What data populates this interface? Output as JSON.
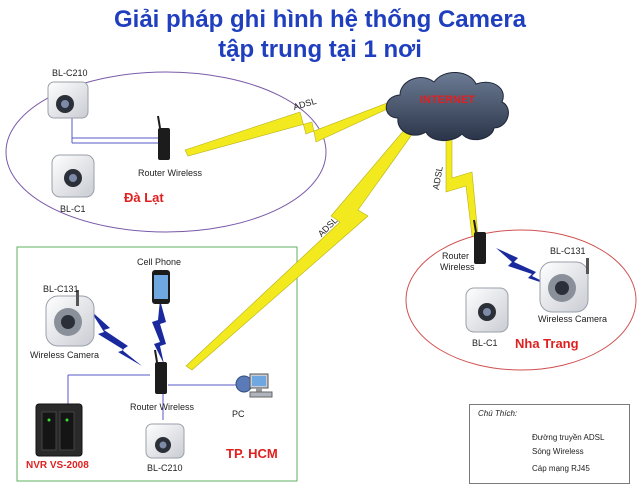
{
  "title": {
    "line1": "Giải pháp ghi hình hệ thống Camera",
    "line2": "tập trung tại 1 nơi"
  },
  "internet_label": "INTERNET",
  "adsl_label": "ADSL",
  "sites": {
    "dalat": {
      "name": "Đà Lạt",
      "camera_top": "BL-C210",
      "camera_bottom": "BL-C1",
      "router": "Router Wireless"
    },
    "nhatrang": {
      "name": "Nha Trang",
      "router_line1": "Router",
      "router_line2": "Wireless",
      "wireless_camera_model": "BL-C131",
      "wireless_camera": "Wireless Camera",
      "camera": "BL-C1"
    },
    "hcm": {
      "name": "TP. HCM",
      "cell_phone": "Cell Phone",
      "wireless_camera_model": "BL-C131",
      "wireless_camera": "Wireless Camera",
      "router": "Router Wireless",
      "pc": "PC",
      "camera": "BL-C210",
      "nvr": "NVR VS-2008"
    }
  },
  "legend": {
    "title": "Chú Thích:",
    "items": [
      {
        "icon": "adsl-bolt-icon",
        "label": "Đường truyền ADSL",
        "color": "#f2ea1e"
      },
      {
        "icon": "wireless-bolt-icon",
        "label": "Sóng Wireless",
        "color": "#1a2a9e"
      },
      {
        "icon": "rj45-line-icon",
        "label": "Cáp mạng RJ45",
        "color": "#6a6ad8"
      }
    ]
  },
  "colors": {
    "title": "#1f3fbf",
    "site_label": "#e02020",
    "dalat_border": "#7a5aa8",
    "nhatrang_border": "#d05050",
    "hcm_border": "#60b060",
    "adsl": "#f2ea1e",
    "wireless": "#1a2a9e",
    "cable": "#5a5ac8"
  }
}
